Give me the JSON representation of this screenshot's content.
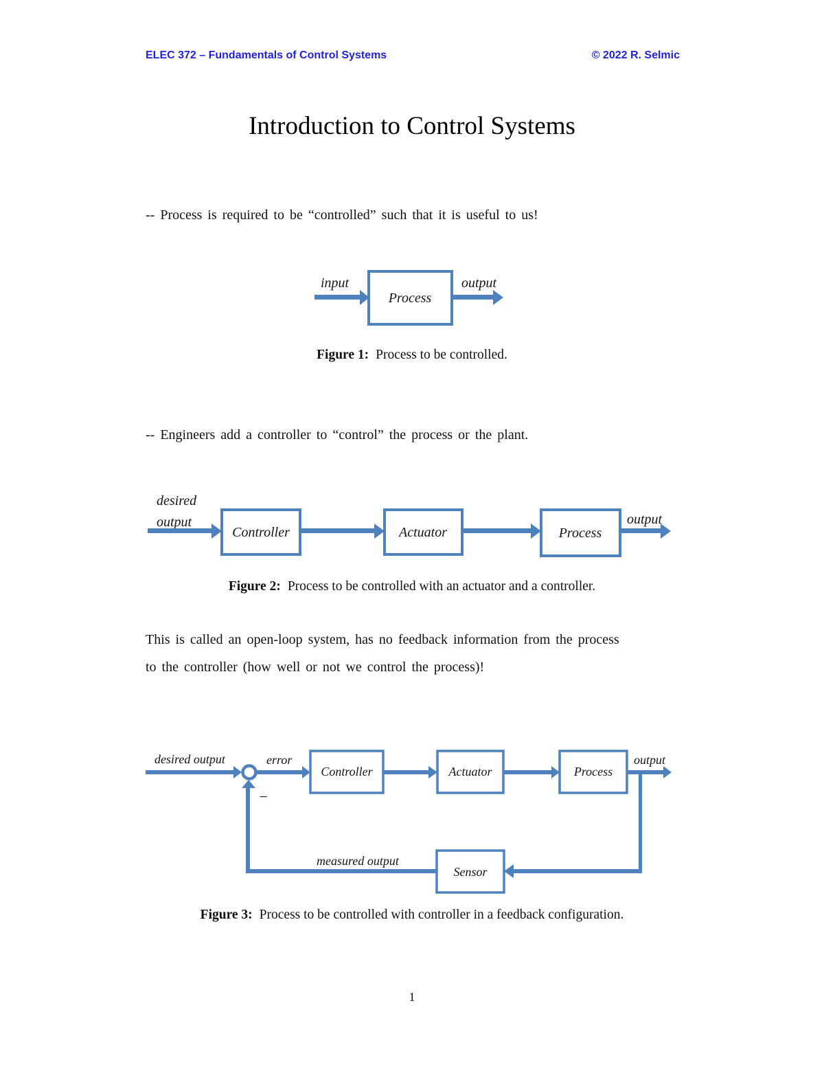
{
  "header": {
    "left": "ELEC 372 – Fundamentals of Control Systems",
    "right": "© 2022 R. Selmic"
  },
  "title": "Introduction to Control Systems",
  "paragraphs": {
    "p1": "-- Process is required to be “controlled” such that it is useful to us!",
    "p2": "-- Engineers add a controller to “control” the process or the plant.",
    "p3_line1": "This is called an open-loop system, has no feedback information from the process",
    "p3_line2": "to the controller (how well or not we control the process)!"
  },
  "fig1": {
    "input": "input",
    "process": "Process",
    "output": "output",
    "caption_label": "Figure 1:",
    "caption_text": "Process to be controlled."
  },
  "fig2": {
    "desired1": "desired",
    "desired2": "output",
    "controller": "Controller",
    "actuator": "Actuator",
    "process": "Process",
    "output": "output",
    "caption_label": "Figure 2:",
    "caption_text": "Process to be controlled with an actuator and a controller."
  },
  "fig3": {
    "desired_output": "desired output",
    "error": "error",
    "controller": "Controller",
    "actuator": "Actuator",
    "process": "Process",
    "output": "output",
    "minus": "−",
    "measured_output": "measured output",
    "sensor": "Sensor",
    "caption_label": "Figure 3:",
    "caption_text": "Process to be controlled with controller in a feedback configuration."
  },
  "page_number": "1",
  "colors": {
    "diagram_blue": "#4f81bd",
    "header_blue": "#2121df"
  }
}
